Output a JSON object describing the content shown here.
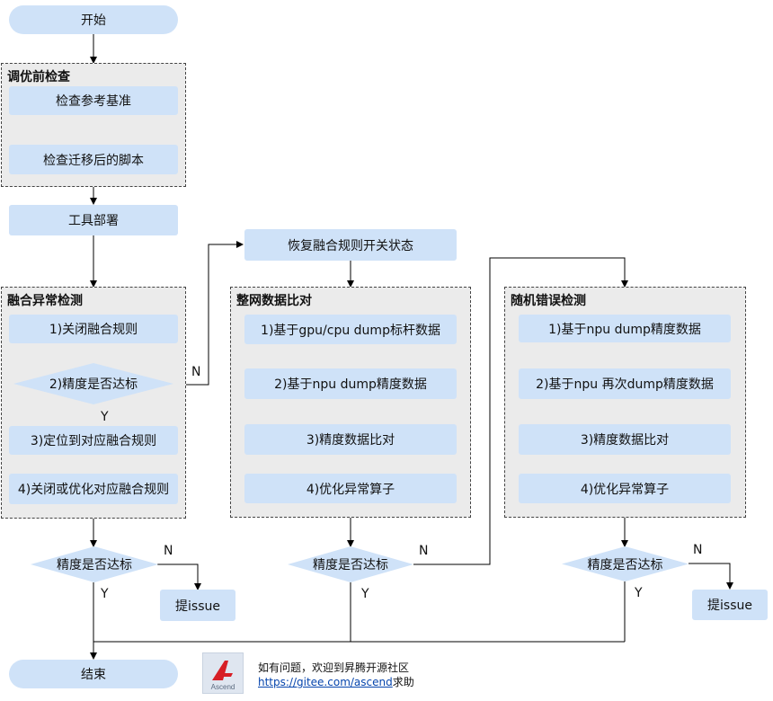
{
  "start": "开始",
  "end": "结束",
  "precheck": {
    "title": "调优前检查",
    "step1": "检查参考基准",
    "step2": "检查迁移后的脚本"
  },
  "tool_deploy": "工具部署",
  "restore": "恢复融合规则开关状态",
  "fusion": {
    "title": "融合异常检测",
    "s1": "1)关闭融合规则",
    "s2": "2)精度是否达标",
    "s3": "3)定位到对应融合规则",
    "s4": "4)关闭或优化对应融合规则"
  },
  "whole": {
    "title": "整网数据比对",
    "s1": "1)基于gpu/cpu dump标杆数据",
    "s2": "2)基于npu dump精度数据",
    "s3": "3)精度数据比对",
    "s4": "4)优化异常算子"
  },
  "random": {
    "title": "随机错误检测",
    "s1": "1)基于npu dump精度数据",
    "s2": "2)基于npu 再次dump精度数据",
    "s3": "3)精度数据比对",
    "s4": "4)优化异常算子"
  },
  "decision": "精度是否达标",
  "issue": "提issue",
  "yes": "Y",
  "no": "N",
  "footer": {
    "logo_text": "Ascend",
    "line1": "如有问题，欢迎到昇腾开源社区",
    "link": "https://gitee.com/ascend",
    "line2_suffix": "求助"
  },
  "colors": {
    "node_fill": "#cfe2f8",
    "group_fill": "#ebebeb",
    "line": "#000000"
  }
}
